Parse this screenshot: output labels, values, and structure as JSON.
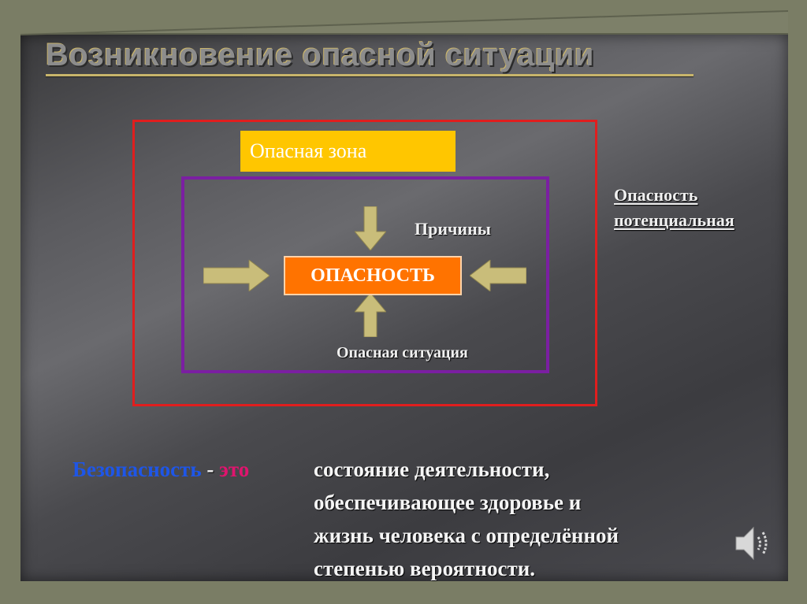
{
  "slide": {
    "title": "Возникновение опасной ситуации"
  },
  "diagram": {
    "zone_label": "Опасная зона",
    "center_label": "ОПАСНОСТЬ",
    "causes_label": "Причины",
    "situation_label": "Опасная ситуация",
    "potential_line1": "Опасность",
    "potential_line2": "потенциальная",
    "colors": {
      "outer_border": "#e01e1e",
      "inner_border": "#7b1fa2",
      "zone_fill": "#ffc600",
      "center_fill": "#ff7300",
      "arrow_fill": "#c9bd7a"
    }
  },
  "definition": {
    "term": "Безопасность",
    "dash": " - ",
    "connector": "это",
    "line1": "состояние деятельности,",
    "line2": "обеспечивающее здоровье и",
    "line3": "жизнь человека с определённой",
    "line4": "степенью вероятности."
  },
  "icons": {
    "speaker": "speaker-icon",
    "arrows": "block-arrow-icon"
  }
}
